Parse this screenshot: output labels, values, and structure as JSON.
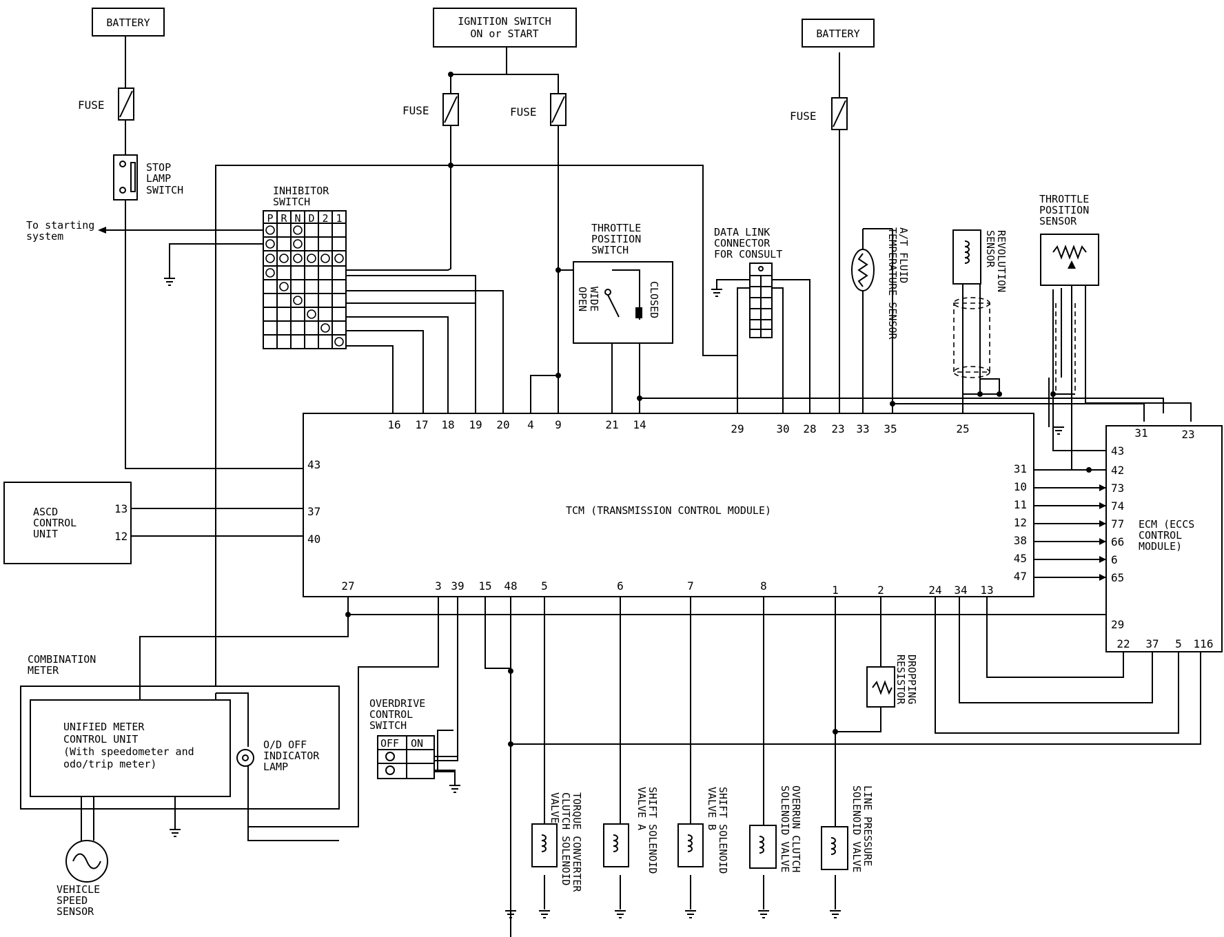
{
  "labels": {
    "battery_left": "BATTERY",
    "ignition_line1": "IGNITION SWITCH",
    "ignition_line2": "ON or START",
    "battery_right": "BATTERY",
    "fuse": "FUSE",
    "stop_lamp": [
      "STOP",
      "LAMP",
      "SWITCH"
    ],
    "inhibitor": [
      "INHIBITOR",
      "SWITCH"
    ],
    "inhibitor_positions": [
      "P",
      "R",
      "N",
      "D",
      "2",
      "1"
    ],
    "to_starting": [
      "To starting",
      "system"
    ],
    "tps_switch": [
      "THROTTLE",
      "POSITION",
      "SWITCH"
    ],
    "wide_open": [
      "WIDE",
      "OPEN"
    ],
    "closed": "CLOSED",
    "data_link": [
      "DATA LINK",
      "CONNECTOR",
      "FOR CONSULT"
    ],
    "atf_sensor": [
      "A/T FLUID",
      "TEMPERATURE SENSOR"
    ],
    "revolution": [
      "REVOLUTION",
      "SENSOR"
    ],
    "tps_sensor": [
      "THROTTLE",
      "POSITION",
      "SENSOR"
    ],
    "tcm": "TCM (TRANSMISSION CONTROL MODULE)",
    "ascd": [
      "ASCD",
      "CONTROL",
      "UNIT"
    ],
    "ecm": [
      "ECM (ECCS",
      "CONTROL",
      "MODULE)"
    ],
    "combination_meter": [
      "COMBINATION",
      "METER"
    ],
    "unified_meter": [
      "UNIFIED METER",
      "CONTROL UNIT",
      "(With speedometer and",
      "odo/trip meter)"
    ],
    "od_off_lamp": [
      "O/D OFF",
      "INDICATOR",
      "LAMP"
    ],
    "overdrive_switch": [
      "OVERDRIVE",
      "CONTROL",
      "SWITCH"
    ],
    "od_states": [
      "OFF",
      "ON"
    ],
    "vehicle_speed": [
      "VEHICLE",
      "SPEED",
      "SENSOR"
    ],
    "dropping_resistor": [
      "DROPPING",
      "RESISTOR"
    ],
    "solenoids": [
      [
        "TORQUE CONVERTER",
        "CLUTCH SOLENOID",
        "VALVE"
      ],
      [
        "SHIFT SOLENOID",
        "VALVE A"
      ],
      [
        "SHIFT SOLENOID",
        "VALVE B"
      ],
      [
        "OVERRUN CLUTCH",
        "SOLENOID VALVE"
      ],
      [
        "LINE PRESSURE",
        "SOLENOID VALVE"
      ]
    ]
  },
  "pins": {
    "tcm_top": [
      "16",
      "17",
      "18",
      "19",
      "20",
      "4",
      "9",
      "21",
      "14",
      "29",
      "30",
      "28",
      "23",
      "33",
      "35",
      "25"
    ],
    "tcm_left": [
      "43",
      "37",
      "40"
    ],
    "tcm_right": [
      "31",
      "10",
      "11",
      "12",
      "38",
      "45",
      "47"
    ],
    "tcm_bottom": [
      "27",
      "3",
      "39",
      "15",
      "48",
      "5",
      "6",
      "7",
      "8",
      "1",
      "2",
      "24",
      "34",
      "13"
    ],
    "ascd": [
      "13",
      "12"
    ],
    "ecm_top": [
      "31",
      "23"
    ],
    "ecm_left": [
      "43",
      "42",
      "73",
      "74",
      "77",
      "66",
      "6",
      "65",
      "29"
    ],
    "ecm_bottom": [
      "22",
      "37",
      "5",
      "116"
    ]
  }
}
